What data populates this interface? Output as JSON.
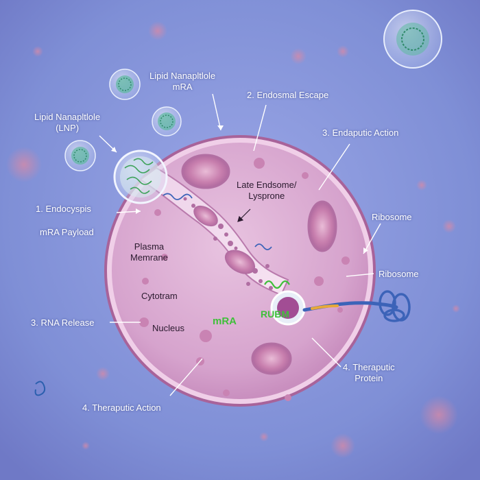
{
  "labels": {
    "lnp_top": "Lipid Nanapltlole\nmRA",
    "lnp_left": "Lipid Nanapltlole\n(LNP)",
    "endosomal_escape": "2. Endosmal Escape",
    "endaputic_action": "3. Endaputic Action",
    "late_endosome": "Late Endsome/\nLysprone",
    "endocytosis": "1. Endocyspis",
    "mrna_payload": "mRA Payload",
    "plasma_membrane": "Plasma\nMemrane",
    "cytoplasm": "Cytotram",
    "ribosome_outer": "Ribosome",
    "ribosome_inner": "Ribosome",
    "rna_release": "3. RNA Release",
    "nucleus": "Nucleus",
    "mrna_green": "mRA",
    "rubm": "RUBM",
    "therapeutic_protein": "4. Theraputic\nProtein",
    "therapeutic_action": "4. Theraputic Action"
  },
  "colors": {
    "background": "#7f8fd6",
    "cell": "#d9a8cf",
    "membrane": "#a8639a",
    "rna_green": "#3fbf3a",
    "protein_blue": "#3c63b8"
  }
}
